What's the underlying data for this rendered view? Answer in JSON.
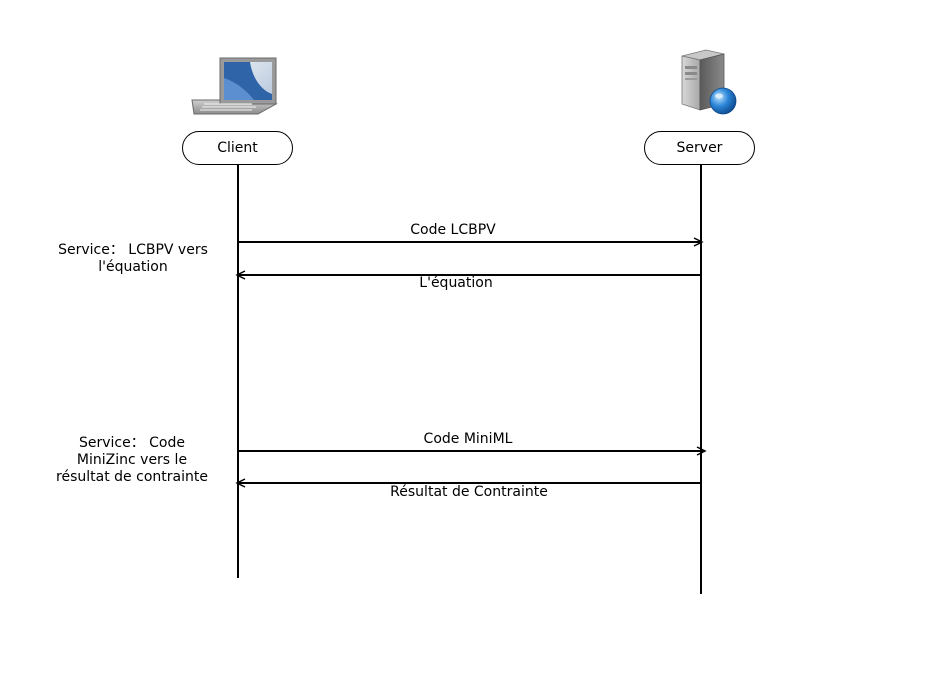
{
  "actors": {
    "client": {
      "label": "Client",
      "icon": "laptop-icon"
    },
    "server": {
      "label": "Server",
      "icon": "server-icon"
    }
  },
  "messages": [
    {
      "label": "Code LCBPV",
      "from": "client",
      "to": "server"
    },
    {
      "label": "L'équation",
      "from": "server",
      "to": "client"
    },
    {
      "label": "Code MiniML",
      "from": "client",
      "to": "server"
    },
    {
      "label": "Résultat de Contrainte",
      "from": "server",
      "to": "client"
    }
  ],
  "notes": [
    {
      "lines": [
        "Service： LCBPV vers",
        "l'équation"
      ]
    },
    {
      "lines": [
        "Service： Code",
        "MiniZinc vers le",
        "résultat de contrainte"
      ]
    }
  ],
  "colors": {
    "line": "#000000",
    "screen": "#3a6ea5",
    "globe": "#1f6fc8",
    "server_body": "#8a8a8a"
  }
}
